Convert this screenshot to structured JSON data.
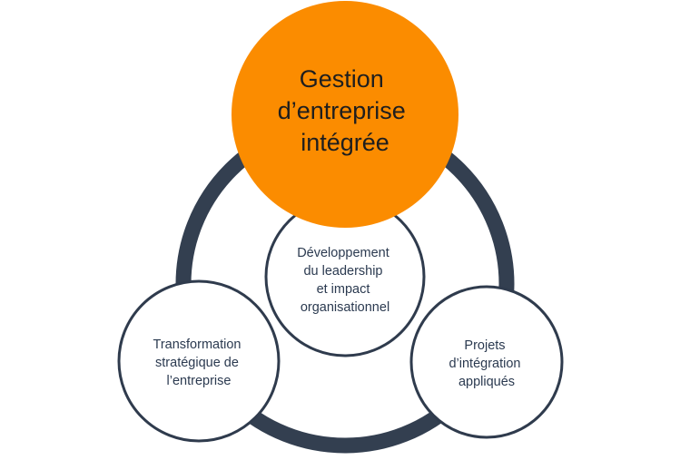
{
  "diagram": {
    "center": {
      "lines": [
        "Gestion",
        "d’entreprise",
        "intégrée"
      ]
    },
    "leadership": {
      "lines": [
        "Développement",
        "du leadership",
        "et impact",
        "organisationnel"
      ]
    },
    "transformation": {
      "lines": [
        "Transformation",
        "stratégique de",
        "l’entreprise"
      ]
    },
    "projects": {
      "lines": [
        "Projets",
        "d’intégration",
        "appliqués"
      ]
    },
    "colors": {
      "ring": "#333f50",
      "main_fill": "#fb8c00",
      "node_fill": "#ffffff",
      "node_stroke": "#2f3b4d"
    }
  }
}
